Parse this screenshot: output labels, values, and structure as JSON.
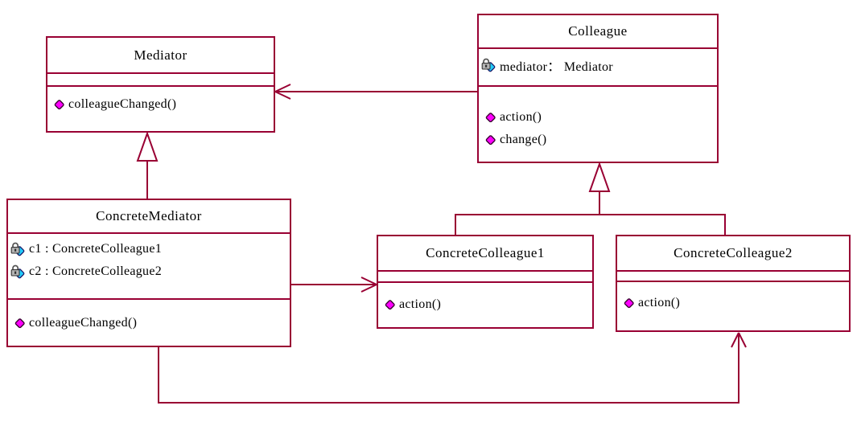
{
  "diagram": {
    "kind": "uml-class-diagram",
    "pattern": "Mediator",
    "line_color": "#990033",
    "method_icon_color": "#ff00ff",
    "attribute_icon_color": "#00ccff",
    "background": "#ffffff"
  },
  "classes": {
    "mediator": {
      "name": "Mediator",
      "attributes": [],
      "methods": [
        {
          "label": "colleagueChanged()"
        }
      ]
    },
    "colleague": {
      "name": "Colleague",
      "attributes": [
        {
          "label": "mediator： Mediator"
        }
      ],
      "methods": [
        {
          "label": "action()"
        },
        {
          "label": "change()"
        }
      ]
    },
    "concrete_mediator": {
      "name": "ConcreteMediator",
      "attributes": [
        {
          "label": "c1 : ConcreteColleague1"
        },
        {
          "label": "c2 : ConcreteColleague2"
        }
      ],
      "methods": [
        {
          "label": "colleagueChanged()"
        }
      ]
    },
    "concrete_colleague1": {
      "name": "ConcreteColleague1",
      "attributes": [],
      "methods": [
        {
          "label": "action()"
        }
      ]
    },
    "concrete_colleague2": {
      "name": "ConcreteColleague2",
      "attributes": [],
      "methods": [
        {
          "label": "action()"
        }
      ]
    }
  },
  "relationships": [
    {
      "type": "association",
      "from": "Colleague",
      "to": "Mediator"
    },
    {
      "type": "generalization",
      "from": "ConcreteMediator",
      "to": "Mediator"
    },
    {
      "type": "generalization",
      "from": "ConcreteColleague1",
      "to": "Colleague"
    },
    {
      "type": "generalization",
      "from": "ConcreteColleague2",
      "to": "Colleague"
    },
    {
      "type": "association",
      "from": "ConcreteMediator",
      "to": "ConcreteColleague1"
    },
    {
      "type": "association",
      "from": "ConcreteMediator",
      "to": "ConcreteColleague2"
    }
  ]
}
